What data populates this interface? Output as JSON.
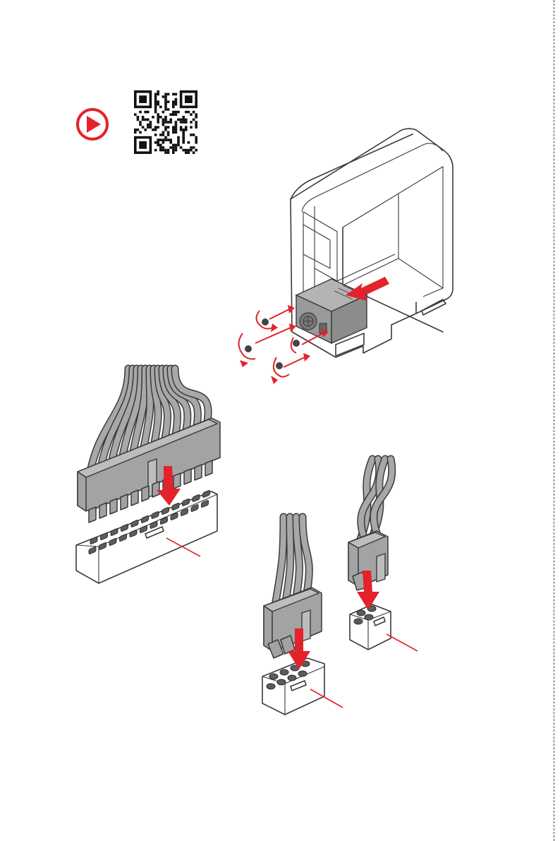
{
  "video": {
    "icon": "play-icon",
    "qr": "qr-code"
  },
  "colors": {
    "accent": "#e4222b",
    "line": "#3a3a3a",
    "connector": "#a3a3a3"
  },
  "illustrations": [
    "pc-case-psu-install",
    "atx-24-pin-power-connector",
    "cpu-8-pin-power-connector",
    "cpu-4-pin-power-connector"
  ]
}
